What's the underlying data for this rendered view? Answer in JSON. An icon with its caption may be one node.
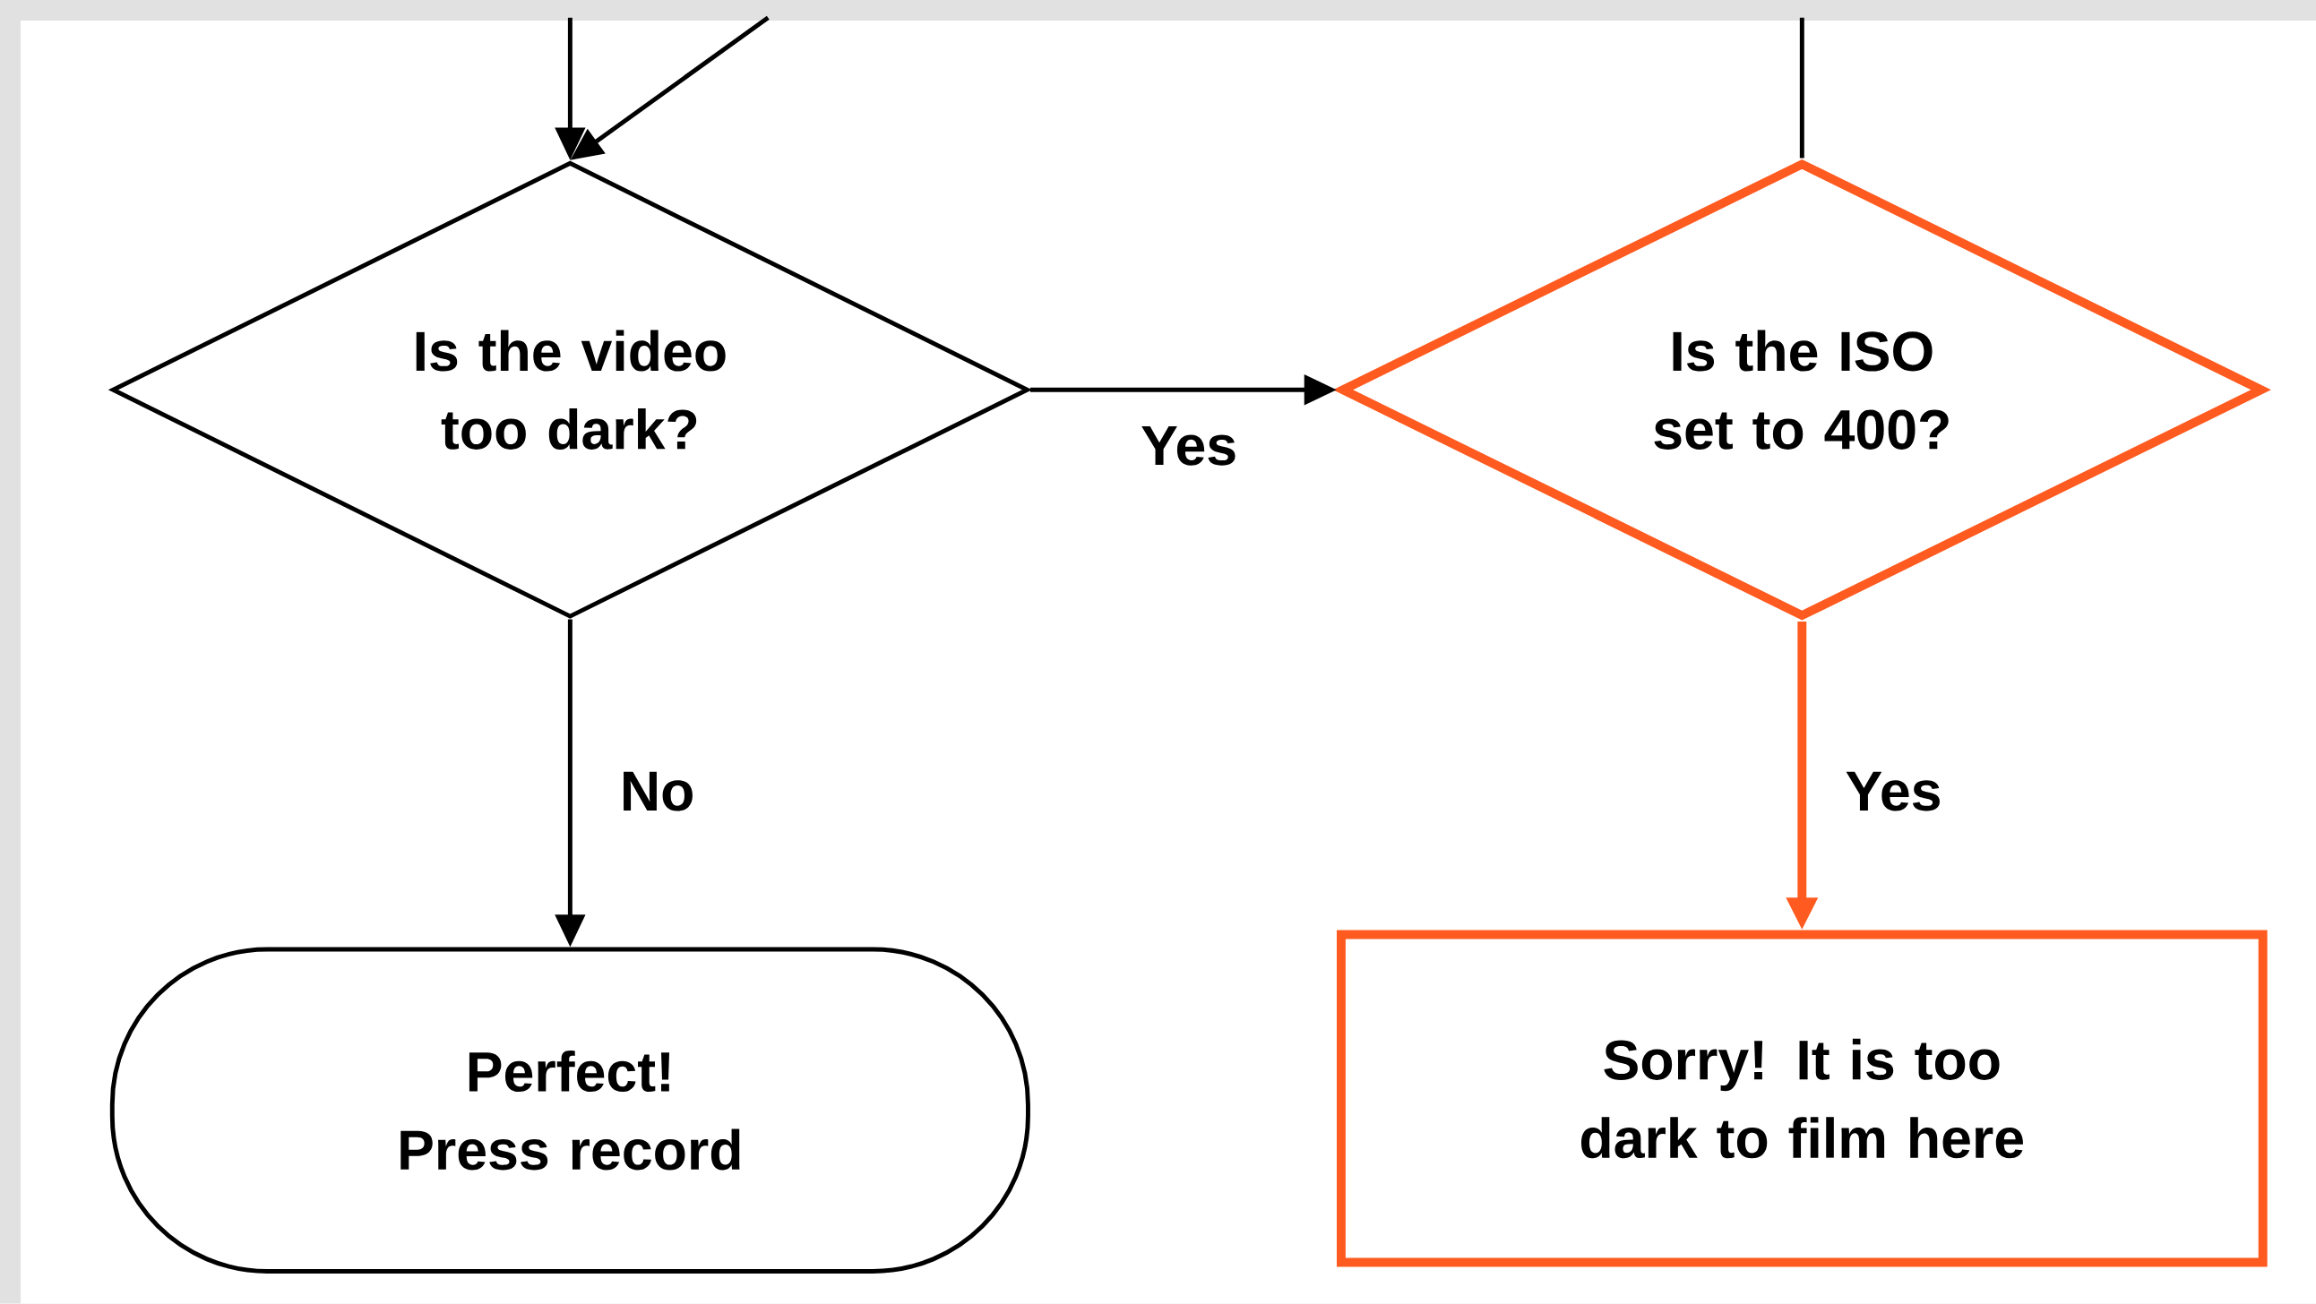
{
  "diagram": {
    "nodes": [
      {
        "text": [
          "Is the video too dark?"
        ]
      },
      {
        "text": [
          "Is the ISO set to 400?"
        ]
      },
      {
        "text": [
          "Perfect! Press record"
        ]
      },
      {
        "text": [
          "Sorry! It is too dark to film here"
        ]
      }
    ],
    "edges": [
      {
        "from": null,
        "to": 0,
        "arrow": "to"
      },
      {
        "from": null,
        "to": 0,
        "arrow": "to"
      },
      {
        "from": 0,
        "to": 1,
        "arrow": "to",
        "label": "Yes"
      },
      {
        "from": 0,
        "to": 2,
        "arrow": "to",
        "label": "No"
      },
      {
        "from": 1,
        "to": 3,
        "arrow": "to",
        "label": "Yes",
        "style": "thick",
        "color": "#ff5a1f"
      },
      {
        "from": null,
        "to": 1,
        "arrow": "none"
      }
    ]
  }
}
